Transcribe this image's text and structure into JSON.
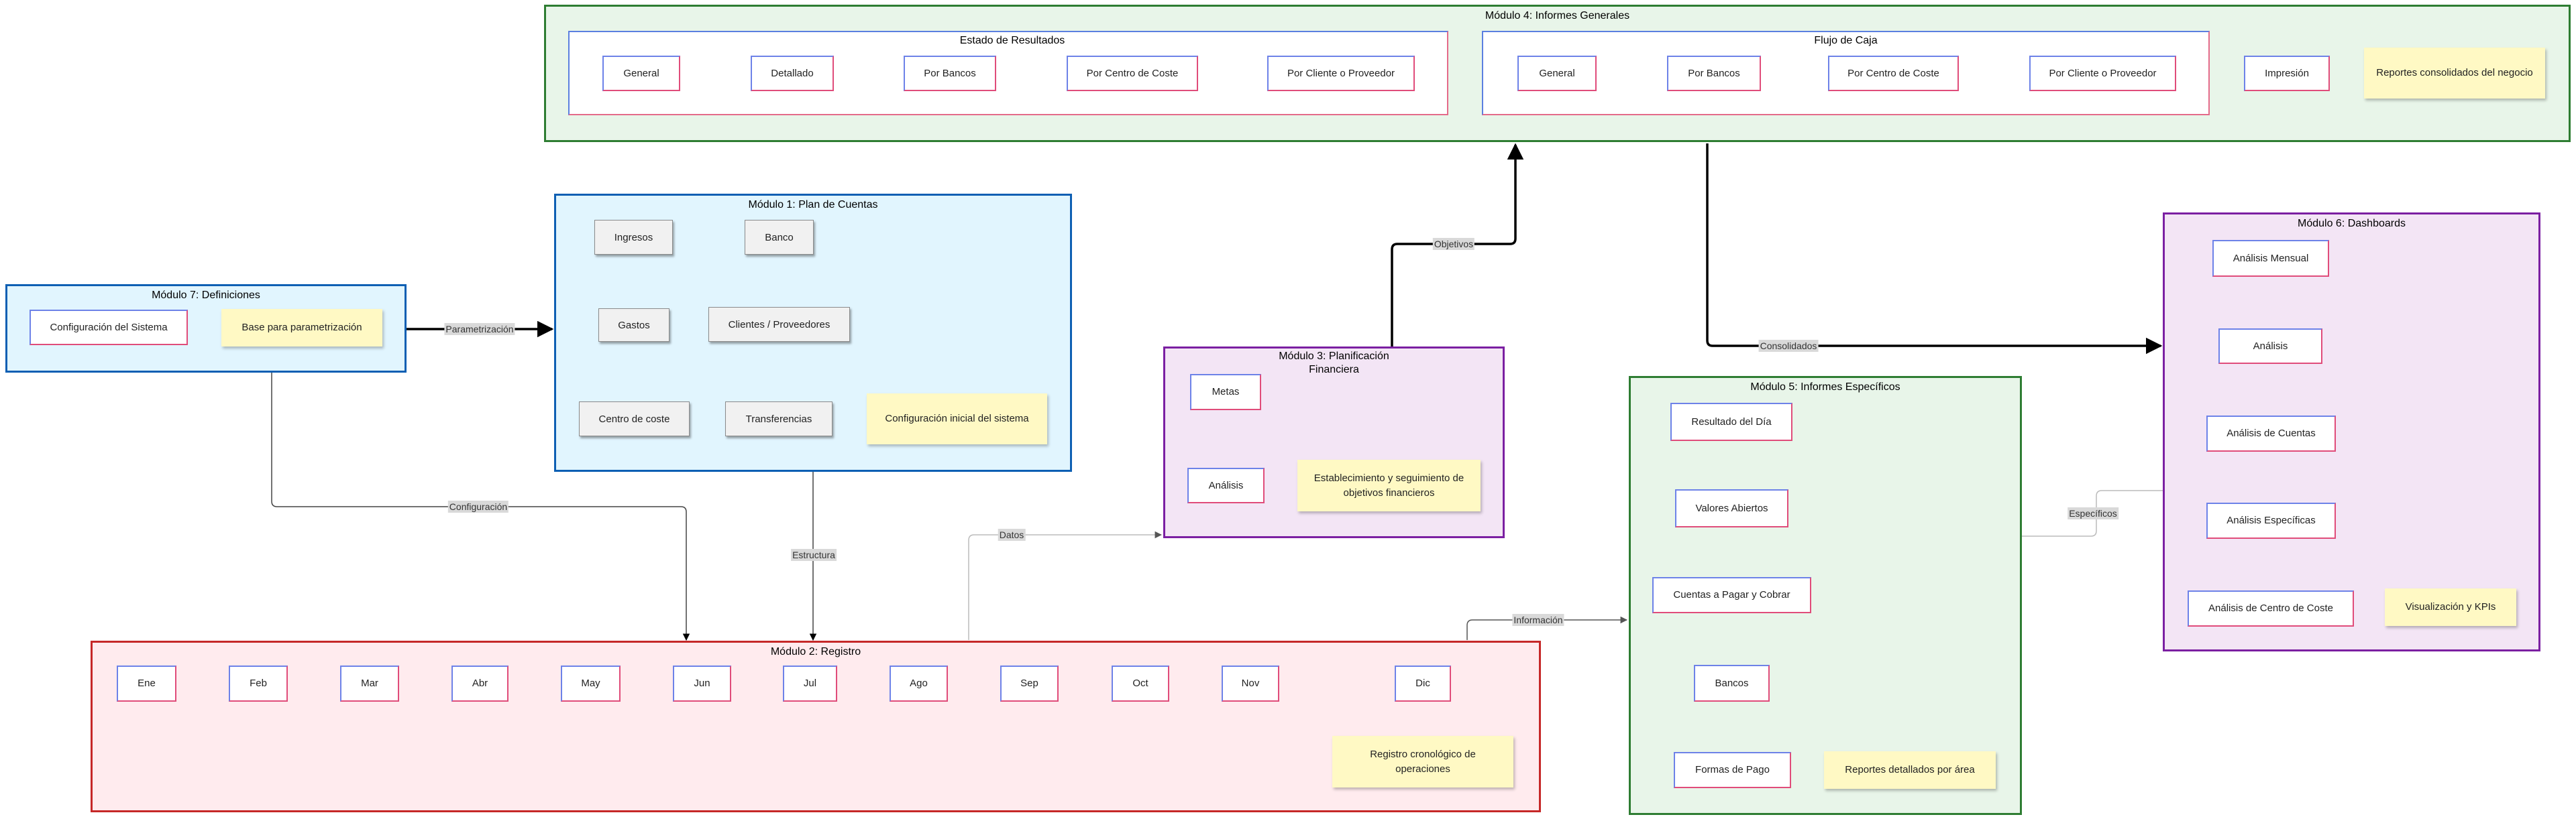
{
  "modules": {
    "m4": {
      "title": "Módulo 4: Informes Generales"
    },
    "m1": {
      "title": "Módulo 1: Plan de Cuentas"
    },
    "m7": {
      "title": "Módulo 7: Definiciones"
    },
    "m3": {
      "title_line1": "Módulo 3: Planificación",
      "title_line2": "Financiera"
    },
    "m5": {
      "title": "Módulo 5: Informes Específicos"
    },
    "m6": {
      "title": "Módulo 6: Dashboards"
    },
    "m2": {
      "title": "Módulo 2: Registro"
    }
  },
  "estado_resultados": {
    "title": "Estado de Resultados",
    "items": [
      "General",
      "Detallado",
      "Por Bancos",
      "Por Centro de Coste",
      "Por Cliente o Proveedor"
    ]
  },
  "flujo_caja": {
    "title": "Flujo de Caja",
    "items": [
      "General",
      "Por Bancos",
      "Por Centro de Coste",
      "Por Cliente o Proveedor"
    ]
  },
  "m4_extra": {
    "impresion": "Impresión",
    "note": "Reportes consolidados del negocio"
  },
  "m1_nodes": {
    "ingresos": "Ingresos",
    "banco": "Banco",
    "gastos": "Gastos",
    "clientes": "Clientes / Proveedores",
    "centro": "Centro de coste",
    "transferencias": "Transferencias",
    "note": "Configuración inicial del sistema"
  },
  "m7_nodes": {
    "config": "Configuración del Sistema",
    "note": "Base para parametrización"
  },
  "m3_nodes": {
    "metas": "Metas",
    "analisis": "Análisis",
    "note": "Establecimiento y seguimiento de objetivos financieros"
  },
  "m5_nodes": {
    "resultado": "Resultado del Día",
    "valores": "Valores Abiertos",
    "cuentas": "Cuentas a Pagar y Cobrar",
    "bancos": "Bancos",
    "formas": "Formas de Pago",
    "note": "Reportes detallados por área"
  },
  "m6_nodes": {
    "mensual": "Análisis Mensual",
    "analisis": "Análisis",
    "cuentas": "Análisis de Cuentas",
    "especificas": "Análisis Específicas",
    "centro": "Análisis de Centro de Coste",
    "note": "Visualización y KPIs"
  },
  "m2": {
    "months": [
      "Ene",
      "Feb",
      "Mar",
      "Abr",
      "May",
      "Jun",
      "Jul",
      "Ago",
      "Sep",
      "Oct",
      "Nov",
      "Dic"
    ],
    "note": "Registro cronológico de operaciones"
  },
  "edge_labels": {
    "parametrizacion": "Parametrización",
    "objetivos": "Objetivos",
    "consolidados": "Consolidados",
    "configuracion": "Configuración",
    "estructura": "Estructura",
    "datos": "Datos",
    "informacion": "Información",
    "especificos": "Específicos"
  },
  "colors": {
    "m4_bg": "#e8f5e9",
    "m4_border": "#2e7d32",
    "m1_bg": "#e1f5fe",
    "m1_border": "#0d5fb3",
    "m3_bg": "#f3e5f5",
    "m3_border": "#7b1fa2",
    "m2_bg": "#ffebee",
    "m2_border": "#c62828",
    "note_bg": "#fff9c4"
  }
}
